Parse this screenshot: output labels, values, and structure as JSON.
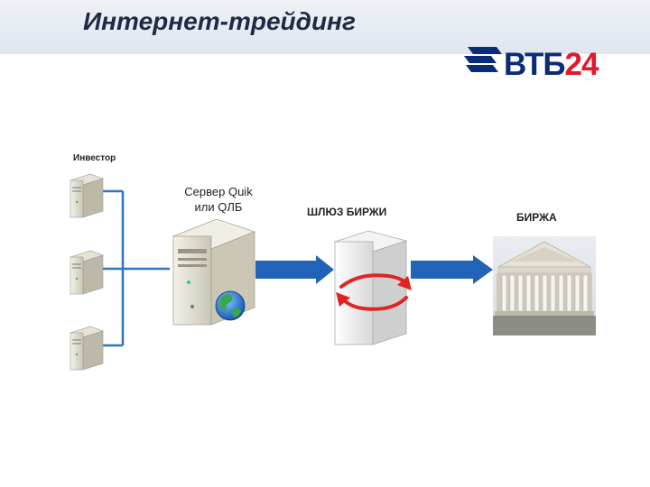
{
  "slide": {
    "title": "Интернет-трейдинг"
  },
  "logo": {
    "text_vtb": "ВТБ",
    "text_24": "24",
    "colors": {
      "blue": "#0a2a7a",
      "red": "#e4172b"
    }
  },
  "diagram": {
    "investor_label": "Инвестор",
    "server_label_line1": "Сервер Quik",
    "server_label_line2": "или QЛБ",
    "gateway_label": "ШЛЮЗ БИРЖИ",
    "exchange_label": "БИРЖА",
    "icons": {
      "investor_computers": [
        "server-tower-icon",
        "server-tower-icon",
        "server-tower-icon"
      ],
      "server": "server-tower-icon",
      "globe": "globe-icon",
      "gateway": "gateway-cube-icon",
      "exchange": "exchange-building-icon"
    },
    "colors": {
      "connector": "#2e74c3",
      "arrow": "#2163b6",
      "gateway_arrows": "#e02424"
    }
  }
}
